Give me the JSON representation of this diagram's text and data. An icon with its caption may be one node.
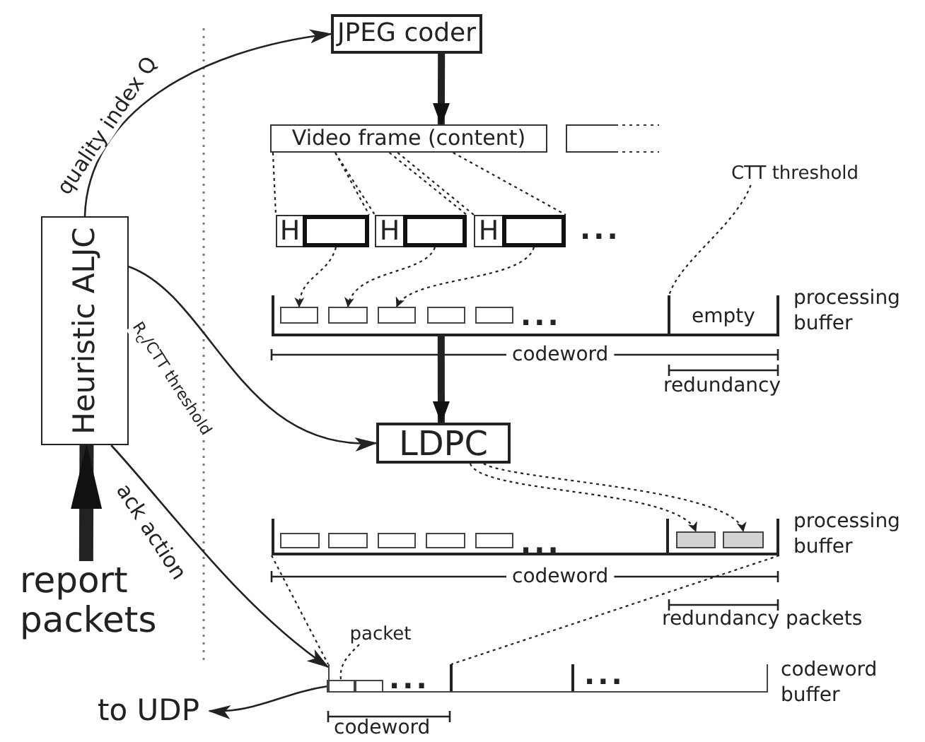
{
  "diagram": {
    "nodes": [
      {
        "text": [
          "JPEG coder"
        ]
      },
      {
        "text": [
          "Video frame (content)"
        ]
      },
      {
        "text": [],
        "shape": "box"
      },
      {
        "text": [
          "H"
        ]
      },
      {
        "text": [],
        "shape": "box"
      },
      {
        "text": [
          "H"
        ]
      },
      {
        "text": [],
        "shape": "box"
      },
      {
        "text": [
          "H"
        ]
      },
      {
        "text": [],
        "shape": "box"
      },
      {
        "text": [
          "CTT threshold"
        ]
      },
      {
        "text": [
          "Heuristic ALJC"
        ]
      },
      {
        "text": [
          "processing buffer"
        ]
      },
      {
        "text": [],
        "shape": "box",
        "in": 11
      },
      {
        "text": [],
        "shape": "box",
        "in": 11
      },
      {
        "text": [],
        "shape": "box",
        "in": 11
      },
      {
        "text": [],
        "shape": "box",
        "in": 11
      },
      {
        "text": [],
        "shape": "box",
        "in": 11
      },
      {
        "text": [
          "LDPC"
        ]
      },
      {
        "text": [
          "processing buffer"
        ]
      },
      {
        "text": [],
        "shape": "box",
        "in": 18
      },
      {
        "text": [],
        "shape": "box",
        "in": 18
      },
      {
        "text": [],
        "shape": "box",
        "in": 18
      },
      {
        "text": [],
        "shape": "box",
        "in": 18
      },
      {
        "text": [],
        "shape": "box",
        "in": 18
      },
      {
        "text": [],
        "shape": "box",
        "in": 18
      },
      {
        "text": [],
        "shape": "box",
        "in": 18
      },
      {
        "text": [
          "report packets"
        ]
      },
      {
        "text": [
          "packet"
        ]
      },
      {
        "text": [
          "codeword buffer"
        ]
      },
      {
        "text": [],
        "shape": "box",
        "in": 28
      },
      {
        "text": [],
        "shape": "box",
        "in": 28
      },
      {
        "text": [
          "to UDP"
        ]
      }
    ],
    "edges": [
      {
        "from": 10,
        "to": 0,
        "arrow": "to",
        "label": "quality index Q"
      },
      {
        "from": 0,
        "to": 1,
        "arrow": "to",
        "style": "thick"
      },
      {
        "from": 1,
        "to": 3,
        "arrow": "none",
        "style": "dashed"
      },
      {
        "from": 1,
        "to": 4,
        "arrow": "none",
        "style": "dashed"
      },
      {
        "from": 1,
        "to": 5,
        "arrow": "none",
        "style": "dashed"
      },
      {
        "from": 1,
        "to": 6,
        "arrow": "none",
        "style": "dashed"
      },
      {
        "from": 1,
        "to": 7,
        "arrow": "none",
        "style": "dashed"
      },
      {
        "from": 1,
        "to": 8,
        "arrow": "none",
        "style": "dashed"
      },
      {
        "from": 4,
        "to": 12,
        "arrow": "to",
        "style": "dashed"
      },
      {
        "from": 6,
        "to": 13,
        "arrow": "to",
        "style": "dashed"
      },
      {
        "from": 8,
        "to": 14,
        "arrow": "to",
        "style": "dashed"
      },
      {
        "from": 9,
        "to": 11,
        "arrow": "none",
        "style": "dashed"
      },
      {
        "from": 10,
        "to": 17,
        "arrow": "to",
        "label": "R$_{c}$/CTT threshold"
      },
      {
        "from": 11,
        "to": 17,
        "arrow": "to",
        "style": "thick"
      },
      {
        "from": 17,
        "to": 24,
        "arrow": "to",
        "style": "dashed"
      },
      {
        "from": 17,
        "to": 25,
        "arrow": "to",
        "style": "dashed"
      },
      {
        "from": 10,
        "to": 28,
        "arrow": "to",
        "label": "ack action"
      },
      {
        "from": 26,
        "to": 10,
        "arrow": "to",
        "style": "thick"
      },
      {
        "from": 18,
        "to": 28,
        "arrow": "none",
        "style": "dashed"
      },
      {
        "from": 18,
        "to": 28,
        "arrow": "none",
        "style": "dashed"
      },
      {
        "from": 27,
        "to": 29,
        "arrow": "none",
        "style": "dashed"
      },
      {
        "from": 29,
        "to": 31,
        "arrow": "to"
      }
    ],
    "labels": [
      "...",
      "...",
      "empty",
      "codeword",
      "redundancy",
      "...",
      "codeword",
      "redundancy packets",
      "...",
      "...",
      "codeword"
    ]
  }
}
